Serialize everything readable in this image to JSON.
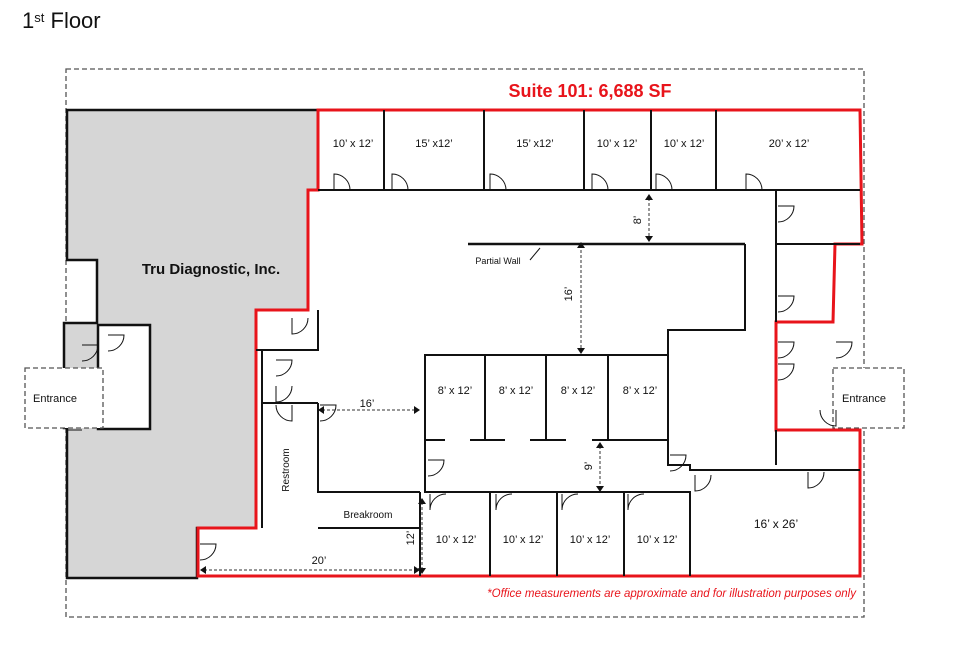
{
  "floor_title": {
    "number": "1",
    "suffix": "st",
    "word": "Floor"
  },
  "suite_label": "Suite 101: 6,688 SF",
  "tenant_label": "Tru Diagnostic, Inc.",
  "partial_wall_label": "Partial Wall",
  "entrance_labels": [
    "Entrance",
    "Entrance"
  ],
  "top_offices": [
    "10’ x 12’",
    "15’ x12’",
    "15’ x12’",
    "10’ x 12’",
    "10’ x 12’",
    "20’ x 12’"
  ],
  "middle_offices": [
    "8’ x 12’",
    "8’ x 12’",
    "8’ x 12’",
    "8’ x 12’"
  ],
  "bottom_offices": [
    "10’ x 12’",
    "10’ x 12’",
    "10’ x 12’",
    "10’ x 12’"
  ],
  "large_office": "16’  x 26’",
  "restroom_label": "Restroom",
  "breakroom_label": "Breakroom",
  "dimensions": {
    "d8": "8’",
    "d16v": "16’",
    "d16h": "16’",
    "d9": "9’",
    "d12": "12’",
    "d20": "20’"
  },
  "disclaimer": "*Office measurements are approximate and for illustration purposes only",
  "colors": {
    "suite_outline": "#e8141b",
    "tenant_fill": "#d6d6d6",
    "wall": "#111111",
    "disclaimer": "#e8141b"
  }
}
